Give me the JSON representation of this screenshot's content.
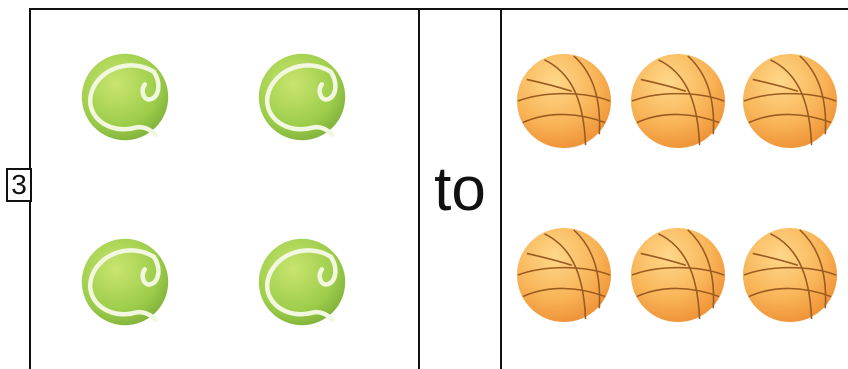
{
  "problem": {
    "number": "3",
    "connector": "to"
  },
  "left_group": {
    "item": "tennis-ball",
    "count": 4,
    "color": "#9ccc4a"
  },
  "right_group": {
    "item": "basketball",
    "count": 6,
    "color": "#f4a545"
  }
}
